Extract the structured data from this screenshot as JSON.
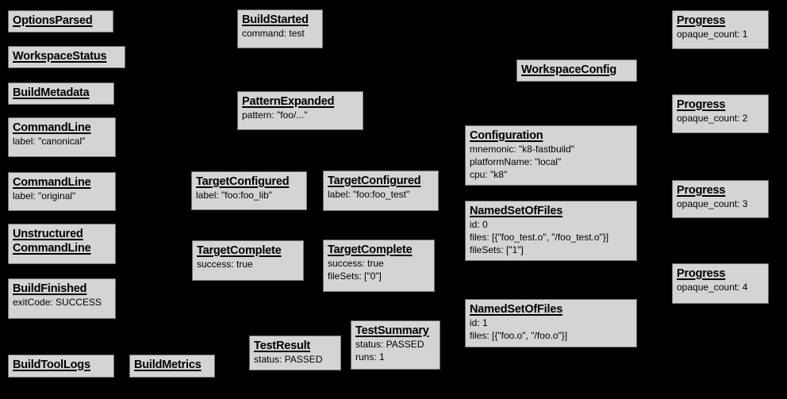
{
  "colors": {
    "background": "#000000",
    "box_fill": "#d4d4d4",
    "box_border": "#737373",
    "text": "#000000"
  },
  "boxes": [
    {
      "title": "OptionsParsed",
      "lines": []
    },
    {
      "title": "WorkspaceStatus",
      "lines": []
    },
    {
      "title": "BuildMetadata",
      "lines": []
    },
    {
      "title": "CommandLine",
      "lines": [
        "label: \"canonical\""
      ]
    },
    {
      "title": "CommandLine",
      "lines": [
        "label: \"original\""
      ]
    },
    {
      "title": "Unstructured CommandLine",
      "lines": []
    },
    {
      "title": "BuildFinished",
      "lines": [
        "exitCode: SUCCESS"
      ]
    },
    {
      "title": "BuildToolLogs",
      "lines": []
    },
    {
      "title": "BuildMetrics",
      "lines": []
    },
    {
      "title": "BuildStarted",
      "lines": [
        "command: test"
      ]
    },
    {
      "title": "PatternExpanded",
      "lines": [
        "pattern: \"foo/...\""
      ]
    },
    {
      "title": "TargetConfigured",
      "lines": [
        "label: \"foo:foo_lib\""
      ]
    },
    {
      "title": "TargetConfigured",
      "lines": [
        "label: \"foo:foo_test\""
      ]
    },
    {
      "title": "TargetComplete",
      "lines": [
        "success: true"
      ]
    },
    {
      "title": "TargetComplete",
      "lines": [
        "success: true",
        "fileSets: [\"0\"]"
      ]
    },
    {
      "title": "TestResult",
      "lines": [
        "status: PASSED"
      ]
    },
    {
      "title": "TestSummary",
      "lines": [
        "status: PASSED",
        "runs: 1"
      ]
    },
    {
      "title": "WorkspaceConfig",
      "lines": []
    },
    {
      "title": "Configuration",
      "lines": [
        "mnemonic: \"k8-fastbuild\"",
        "platformName: \"local\"",
        "cpu: \"k8\""
      ]
    },
    {
      "title": "NamedSetOfFiles",
      "lines": [
        "id: 0",
        "files: [{\"foo_test.o\", \"/foo_test.o\"}]",
        "fileSets: [\"1\"]"
      ]
    },
    {
      "title": "NamedSetOfFiles",
      "lines": [
        "id: 1",
        "files: [{\"foo.o\", \"/foo.o\"}]"
      ]
    },
    {
      "title": "Progress",
      "lines": [
        "opaque_count: 1"
      ]
    },
    {
      "title": "Progress",
      "lines": [
        "opaque_count: 2"
      ]
    },
    {
      "title": "Progress",
      "lines": [
        "opaque_count: 3"
      ]
    },
    {
      "title": "Progress",
      "lines": [
        "opaque_count: 4"
      ]
    }
  ]
}
